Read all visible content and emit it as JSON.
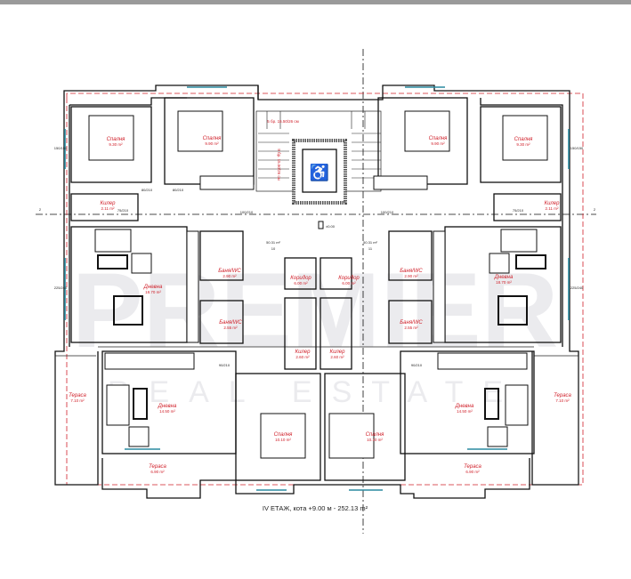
{
  "plan": {
    "title": "IV ЕТАЖ, кота +9.00 м - 252.13 m²",
    "axis_label": "2",
    "stairs_note": "5 бр. 15.50/26 см",
    "stairs_note_vertical": "9 бр. 15.50/26 см",
    "lift_level": "±0.00",
    "apartment_area_left": "50.31 m²",
    "apartment_area_right": "50.31 m²",
    "apartment_no_left": "10",
    "apartment_no_right": "11",
    "rooms_left": [
      {
        "name": "Спалня",
        "area": "9.30 m²"
      },
      {
        "name": "Спалня",
        "area": "9.90 m²"
      },
      {
        "name": "Килер",
        "area": "2.11 m²"
      },
      {
        "name": "Дневна",
        "area": "18.70 m²"
      },
      {
        "name": "Баня/WC",
        "area": "2.90 m²"
      },
      {
        "name": "Баня/WC",
        "area": "2.55 m²"
      },
      {
        "name": "Коридор",
        "area": "6.00 m²"
      },
      {
        "name": "Килер",
        "area": "2.60 m²"
      },
      {
        "name": "Тераса",
        "area": "7.10 m²"
      },
      {
        "name": "Дневна",
        "area": "14.50 m²"
      },
      {
        "name": "Спалня",
        "area": "10.10 m²"
      },
      {
        "name": "Тераса",
        "area": "6.90 m²"
      }
    ],
    "rooms_right": [
      {
        "name": "Спалня",
        "area": "9.30 m²"
      },
      {
        "name": "Спалня",
        "area": "9.90 m²"
      },
      {
        "name": "Килер",
        "area": "2.11 m²"
      },
      {
        "name": "Дневна",
        "area": "18.70 m²"
      },
      {
        "name": "Баня/WC",
        "area": "2.90 m²"
      },
      {
        "name": "Баня/WC",
        "area": "2.55 m²"
      },
      {
        "name": "Коридор",
        "area": "6.00 m²"
      },
      {
        "name": "Килер",
        "area": "2.60 m²"
      },
      {
        "name": "Тераса",
        "area": "7.10 m²"
      },
      {
        "name": "Дневна",
        "area": "14.50 m²"
      },
      {
        "name": "Спалня",
        "area": "10.10 m²"
      },
      {
        "name": "Тераса",
        "area": "6.90 m²"
      }
    ],
    "dims": {
      "door_80": "80/210",
      "door_75": "75/210",
      "door_90": "90/210",
      "door_100": "100/210",
      "window": "150/150",
      "balcony_door": "225/240"
    }
  },
  "watermark": {
    "brand": "PREMIER",
    "tagline": "REAL ESTATE"
  }
}
